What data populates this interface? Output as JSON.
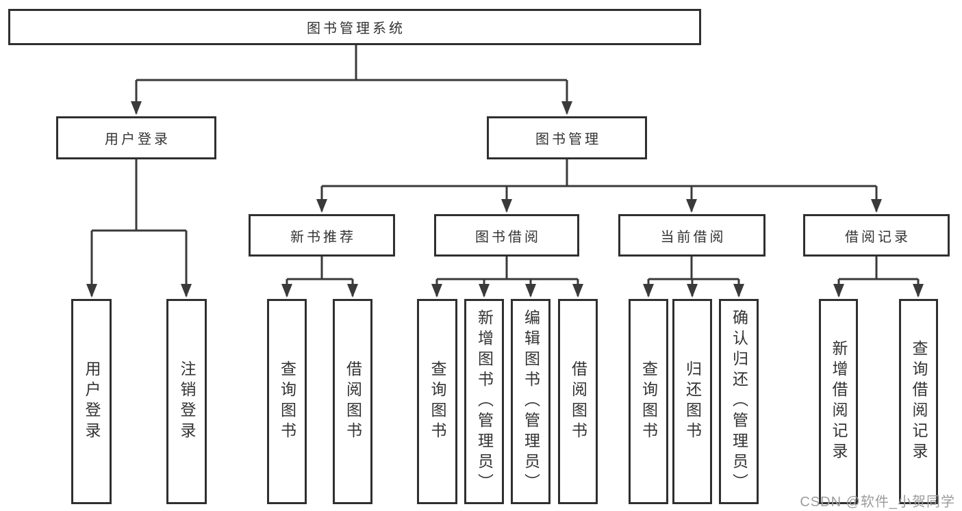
{
  "diagram": {
    "root": {
      "label": "图书管理系统"
    },
    "branches": [
      {
        "label": "用户登录",
        "children": [
          {
            "label": "用户登录"
          },
          {
            "label": "注销登录"
          }
        ]
      },
      {
        "label": "图书管理",
        "children": [
          {
            "label": "新书推荐",
            "children": [
              {
                "label": "查询图书"
              },
              {
                "label": "借阅图书"
              }
            ]
          },
          {
            "label": "图书借阅",
            "children": [
              {
                "label": "查询图书"
              },
              {
                "label": "新增图书（管理员）"
              },
              {
                "label": "编辑图书（管理员）"
              },
              {
                "label": "借阅图书"
              }
            ]
          },
          {
            "label": "当前借阅",
            "children": [
              {
                "label": "查询图书"
              },
              {
                "label": "归还图书"
              },
              {
                "label": "确认归还（管理员）"
              }
            ]
          },
          {
            "label": "借阅记录",
            "children": [
              {
                "label": "新增借阅记录"
              },
              {
                "label": "查询借阅记录"
              }
            ]
          }
        ]
      }
    ],
    "watermark": "CSDN @软件_小贺同学",
    "colors": {
      "line": "#3a3a3a",
      "border": "#2f2f2f",
      "text": "#333333",
      "watermark": "#9c9c9c",
      "background": "#ffffff"
    }
  }
}
